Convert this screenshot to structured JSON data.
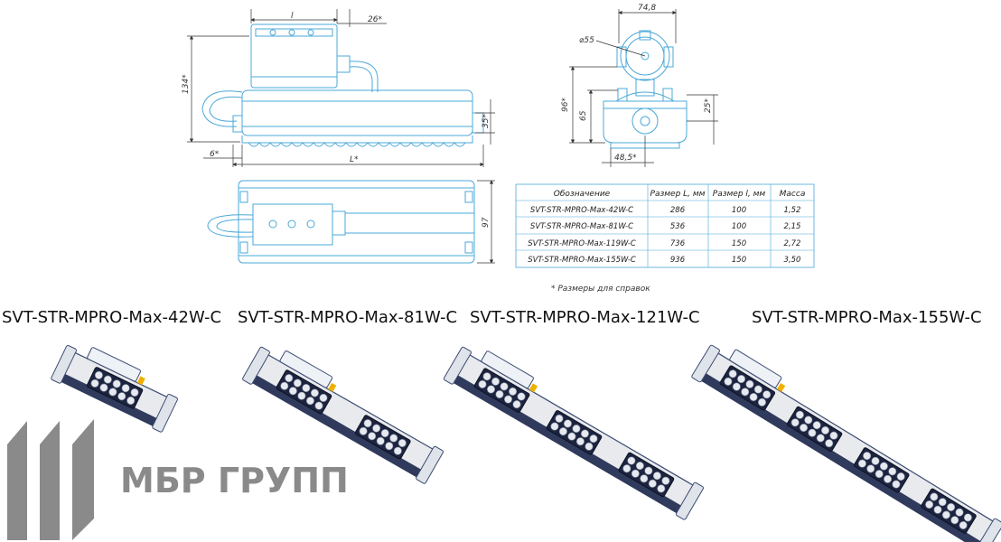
{
  "colors": {
    "drawing": "#4aa8d8",
    "dim_line": "#333333",
    "logo": "#8a8a8a",
    "product_body": "#e8eaee",
    "product_edge": "#3a4a70",
    "accent": "#f0b000"
  },
  "dimensions": {
    "side": {
      "l": "l",
      "d26": "26*",
      "d134": "134*",
      "d35": "35*",
      "d6": "6*",
      "L": "L*"
    },
    "front": {
      "d748": "74,8",
      "d55": "⌀55",
      "d96": "96*",
      "d65": "65",
      "d25": "25*",
      "d485": "48,5*"
    },
    "top": {
      "d97": "97"
    }
  },
  "table": {
    "headers": [
      "Обозначение",
      "Размер L, мм",
      "Размер l, мм",
      "Масса"
    ],
    "rows": [
      [
        "SVT-STR-MPRO-Max-42W-C",
        "286",
        "100",
        "1,52"
      ],
      [
        "SVT-STR-MPRO-Max-81W-C",
        "536",
        "100",
        "2,15"
      ],
      [
        "SVT-STR-MPRO-Max-119W-C",
        "736",
        "150",
        "2,72"
      ],
      [
        "SVT-STR-MPRO-Max-155W-C",
        "936",
        "150",
        "3,50"
      ]
    ]
  },
  "note": "* Размеры для справок",
  "products": [
    "SVT-STR-MPRO-Max-42W-C",
    "SVT-STR-MPRO-Max-81W-C",
    "SVT-STR-MPRO-Max-121W-C",
    "SVT-STR-MPRO-Max-155W-C"
  ],
  "logo": {
    "text": "МБР ГРУПП"
  }
}
